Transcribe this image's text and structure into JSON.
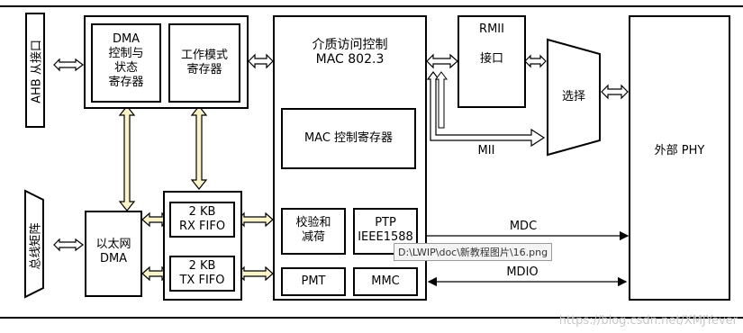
{
  "blocks": {
    "ahb_slave": "AHB 从接口",
    "bus_matrix": "总线矩阵",
    "dma_ctrl": "DMA\n控制与\n状态\n寄存器",
    "work_mode": "工作模式\n寄存器",
    "eth_dma": "以太网\nDMA",
    "rx_fifo": "2 KB\nRX FIFO",
    "tx_fifo": "2 KB\nTX FIFO",
    "mac_title": "介质访问控制\nMAC 802.3",
    "mac_ctrl_reg": "MAC 控制寄存器",
    "checksum": "校验和\n减荷",
    "ptp": "PTP\nIEEE1588",
    "pmt": "PMT",
    "mmc": "MMC",
    "rmii": "RMII",
    "rmii_iface": "接口",
    "select": "选择",
    "ext_phy": "外部 PHY"
  },
  "signals": {
    "mii": "MII",
    "mdc": "MDC",
    "mdio": "MDIO"
  },
  "overlay": {
    "tooltip": "D:\\LWIP\\doc\\新教程图片\\16.png",
    "watermark": "https://blog.csdn.net/XMJYever"
  }
}
